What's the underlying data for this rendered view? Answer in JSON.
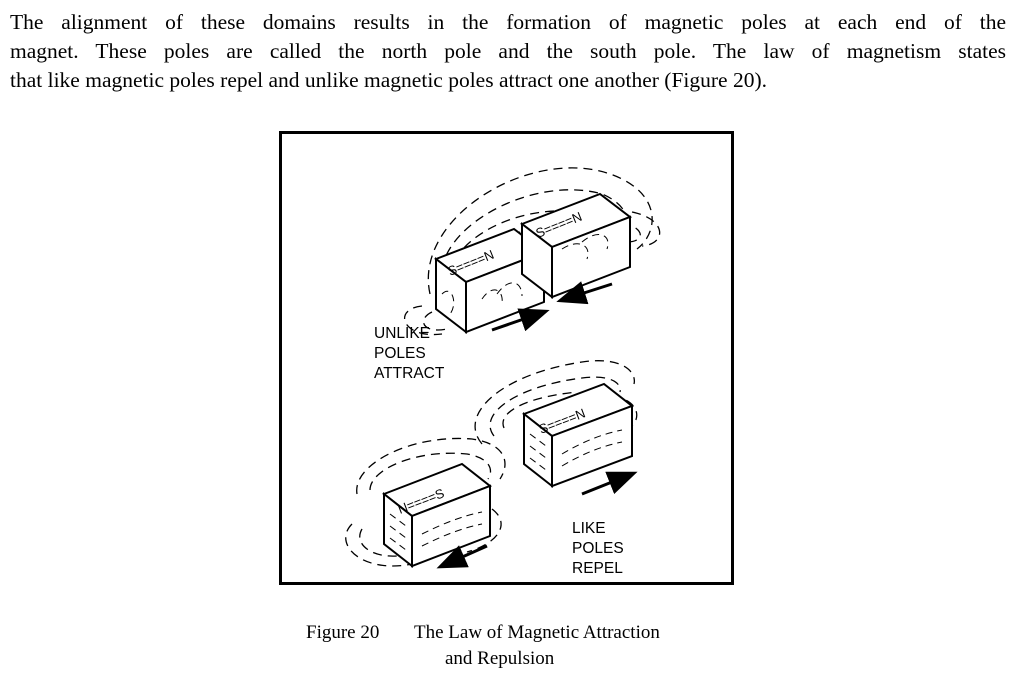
{
  "paragraph": {
    "line1": "The alignment of these domains results in the formation of magnetic poles at each end of the",
    "line2": "magnet.  These poles are called the north pole and the south pole.  The law of magnetism states",
    "line3": "that like magnetic poles repel and unlike magnetic poles attract one another (Figure 20)."
  },
  "figure": {
    "unlike_label": [
      "UNLIKE",
      "POLES",
      "ATTRACT"
    ],
    "like_label": [
      "LIKE",
      "POLES",
      "REPEL"
    ],
    "magnets": {
      "top_left": "S====N",
      "top_right": "S====N",
      "bottom_right": "S====N",
      "bottom_left": "N====S"
    }
  },
  "caption": {
    "number": "Figure 20",
    "title_line1": "The Law of Magnetic Attraction",
    "title_line2": "and Repulsion"
  }
}
